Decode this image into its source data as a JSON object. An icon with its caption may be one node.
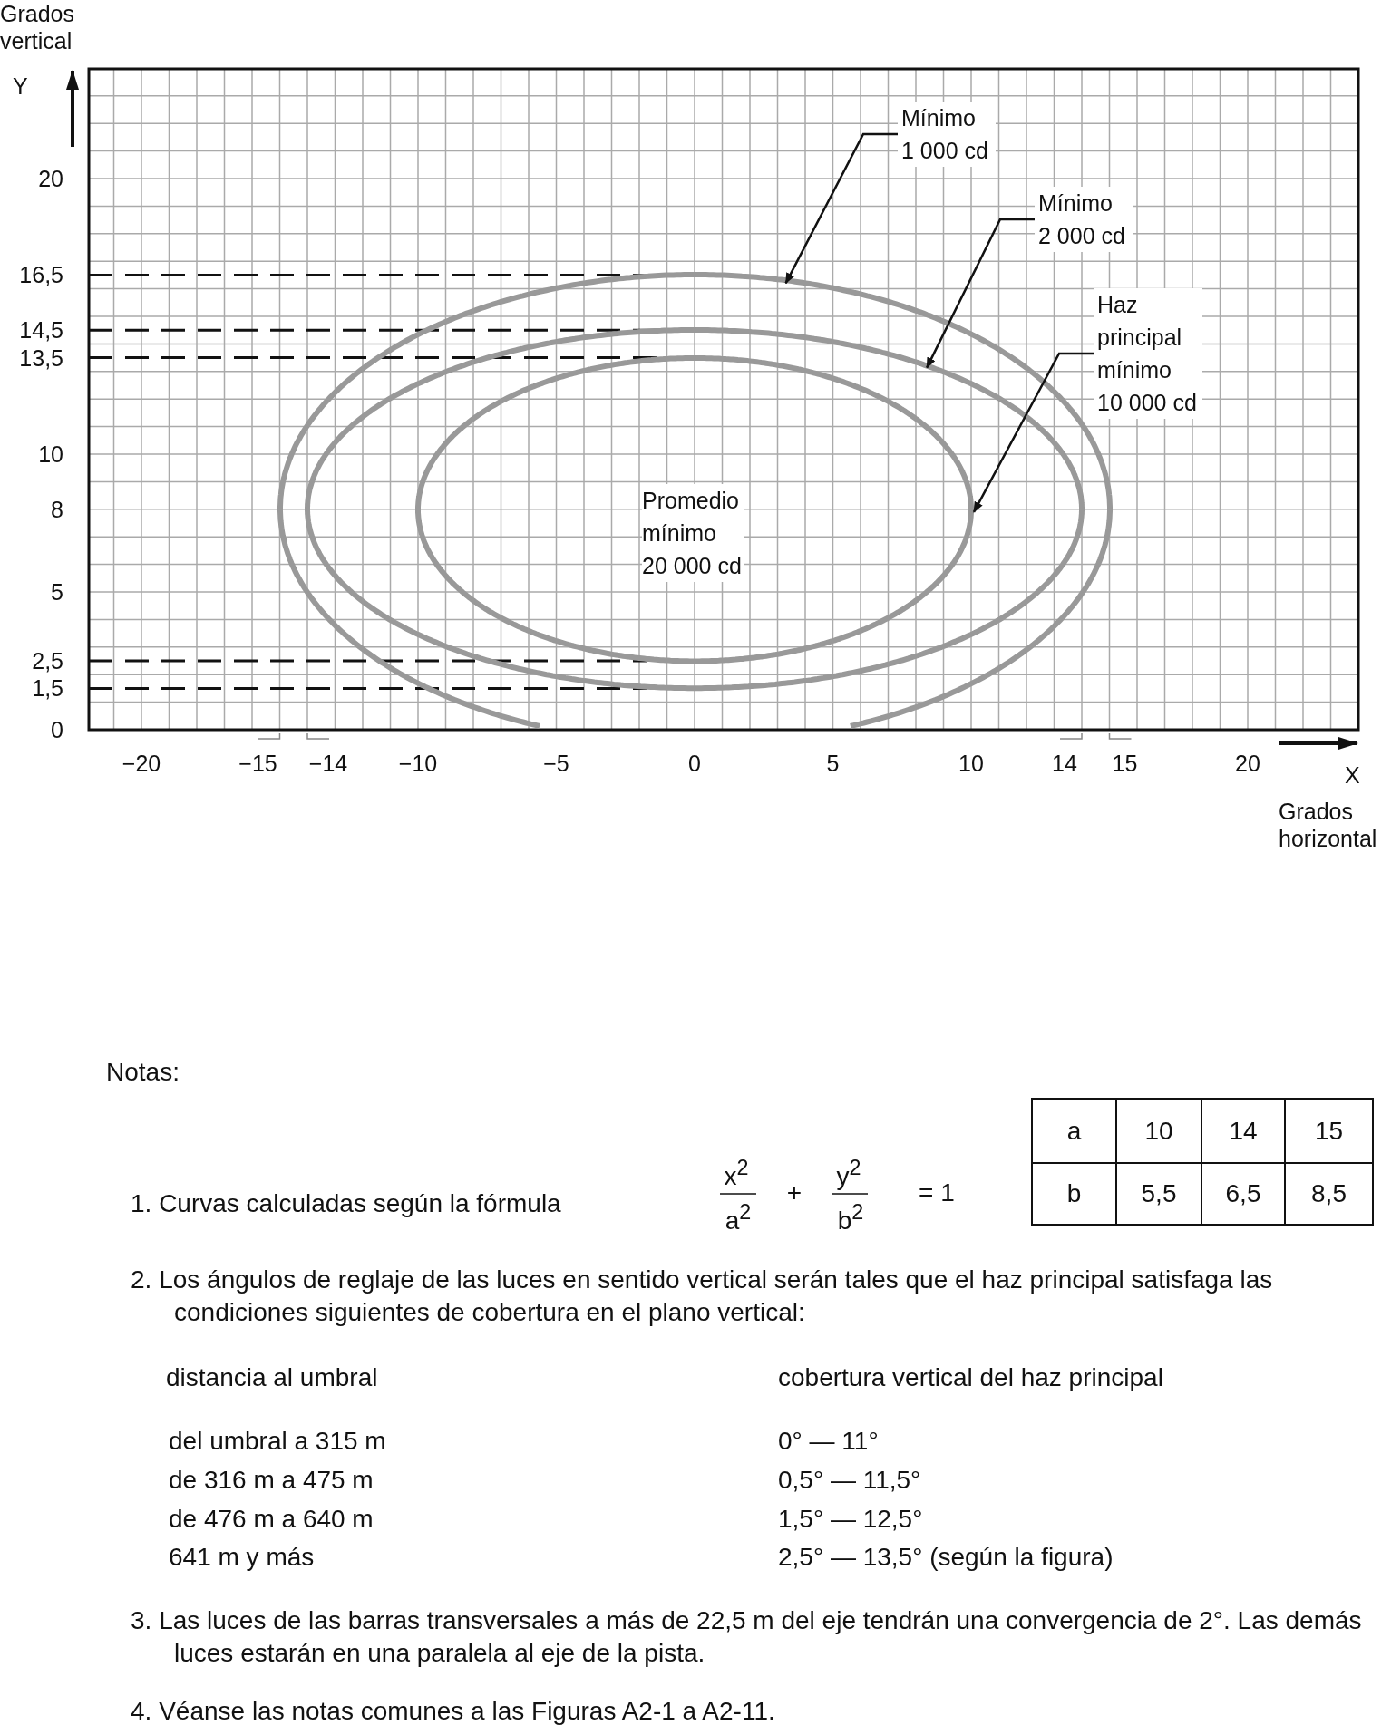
{
  "diagram": {
    "nodes": [
      {
        "text": [
          "Mínimo 1 000 cd"
        ]
      },
      {
        "text": [
          "Mínimo 2 000 cd"
        ]
      },
      {
        "text": [
          "Haz principal mínimo 10 000 cd"
        ]
      },
      {
        "text": [],
        "shape": "ellipse"
      },
      {
        "text": [],
        "shape": "ellipse",
        "in": 3
      },
      {
        "text": [],
        "shape": "ellipse",
        "in": 4
      }
    ],
    "edges": [
      {
        "from": 0,
        "to": 3,
        "arrow": "to"
      },
      {
        "from": 1,
        "to": 4,
        "arrow": "to"
      },
      {
        "from": 2,
        "to": 5,
        "arrow": "to"
      }
    ],
    "labels": [
      "Grados vertical",
      "Y",
      "20",
      "16,5",
      "14,5",
      "13,5",
      "10",
      "8",
      "5",
      "2,5",
      "1,5",
      "0",
      "−20",
      "−15",
      "−14",
      "−10",
      "−5",
      "0",
      "5",
      "10",
      "14",
      "15",
      "20",
      "X",
      "Grados horizontal",
      "Promedio mínimo 20 000 cd",
      "Notas:",
      "1. Curvas calculadas según la fórmula",
      "x$^{2}$",
      "a$^{2}$",
      "+",
      "y$^{2}$",
      "b$^{2}$",
      "= 1",
      "a",
      "10",
      "14",
      "15",
      "b",
      "5,5",
      "6,5",
      "8,5",
      "2. Los ángulos de reglaje de las luces en sentido vertical serán tales que el haz principal satisfaga las condiciones siguientes de cobertura en el plano vertical:",
      "distancia al umbral",
      "cobertura vertical del haz principal",
      "del umbral a 315 m",
      "0° — 11°",
      "de 316 m a 475 m",
      "0,5° — 11,5°",
      "de 476 m a 640 m",
      "1,5° — 12,5°",
      "641 m y más",
      "2,5° — 13,5° (según la figura)",
      "3. Las luces de las barras transversales a más de 22,5 m del eje tendrán una convergencia de 2°. Las demás luces estarán en una paralela al eje de la pista.",
      "4. Véanse las notas comunes a las Figuras A2-1 a A2-11."
    ]
  }
}
